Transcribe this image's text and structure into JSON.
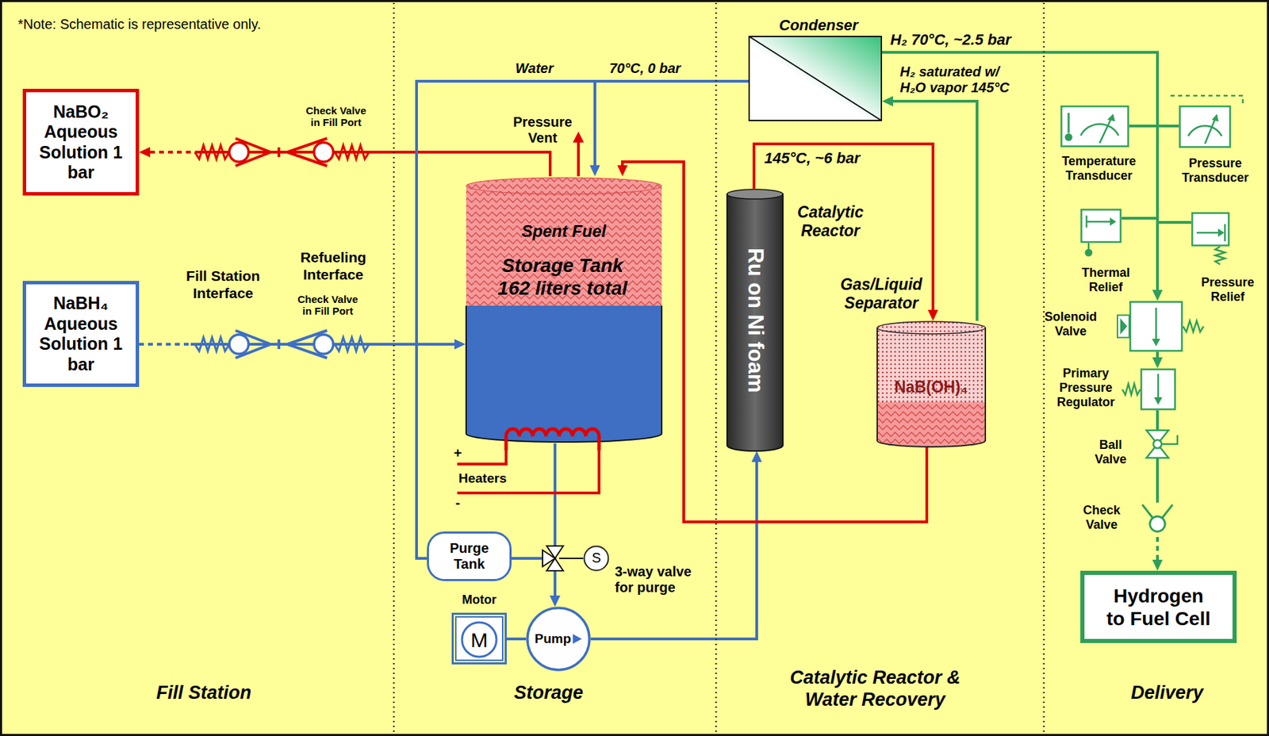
{
  "diagram": {
    "nodes": [
      {
        "text": [
          "NaBO₂ Aqueous Solution 1 bar"
        ]
      },
      {
        "text": [
          "NaBH₄ Aqueous Solution 1 bar"
        ]
      },
      {
        "text": [
          "Spent Fuel",
          "Storage Tank 162 liters total"
        ]
      },
      {
        "text": [
          "Purge Tank"
        ]
      },
      {
        "text": [
          "S"
        ]
      },
      {
        "text": [
          "Motor",
          "M"
        ]
      },
      {
        "text": [
          "Pump"
        ]
      },
      {
        "text": [
          "Condenser"
        ]
      },
      {
        "text": [
          "Ru on Ni foam",
          "Catalytic Reactor"
        ]
      },
      {
        "text": [
          "Gas/Liquid Separator",
          "NaB(OH)₄"
        ]
      },
      {
        "text": [
          "Temperature Transducer"
        ]
      },
      {
        "text": [
          "Pressure Transducer"
        ]
      },
      {
        "text": [
          "Thermal Relief"
        ]
      },
      {
        "text": [
          "Pressure Relief"
        ]
      },
      {
        "text": [
          "Solenoid Valve"
        ]
      },
      {
        "text": [
          "Primary Pressure Regulator"
        ]
      },
      {
        "text": [
          "Ball Valve"
        ]
      },
      {
        "text": [
          "Check Valve"
        ]
      },
      {
        "text": [
          "Hydrogen to Fuel Cell"
        ]
      }
    ],
    "edges": [
      {
        "from": 2,
        "to": 0,
        "arrow": "to"
      },
      {
        "from": 1,
        "to": 2,
        "arrow": "to"
      },
      {
        "from": 2,
        "to": 6,
        "arrow": "to"
      },
      {
        "from": 3,
        "to": 6,
        "arrow": "to"
      },
      {
        "from": 5,
        "to": 6,
        "arrow": "none"
      },
      {
        "from": 6,
        "to": 8,
        "arrow": "to"
      },
      {
        "from": 8,
        "to": 9,
        "arrow": "to"
      },
      {
        "from": 9,
        "to": 7,
        "arrow": "to"
      },
      {
        "from": 9,
        "to": 2,
        "arrow": "to"
      },
      {
        "from": 7,
        "to": 2,
        "arrow": "to"
      },
      {
        "from": 7,
        "to": 3,
        "arrow": "none"
      },
      {
        "from": 7,
        "to": 14,
        "arrow": "to"
      },
      {
        "from": 7,
        "to": 10,
        "arrow": "none"
      },
      {
        "from": 7,
        "to": 11,
        "arrow": "none"
      },
      {
        "from": 7,
        "to": 12,
        "arrow": "none"
      },
      {
        "from": 7,
        "to": 13,
        "arrow": "none"
      },
      {
        "from": 14,
        "to": 15,
        "arrow": "to"
      },
      {
        "from": 15,
        "to": 16,
        "arrow": "none"
      },
      {
        "from": 16,
        "to": 17,
        "arrow": "none"
      },
      {
        "from": 17,
        "to": 18,
        "arrow": "to"
      }
    ],
    "labels": [
      "*Note: Schematic is representative only.",
      "Check Valve in Fill Port",
      "Fill Station Interface",
      "Refueling Interface",
      "Check Valve in Fill Port",
      "Water",
      "70°C, 0 bar",
      "Pressure Vent",
      "+",
      "Heaters",
      "-",
      "3-way valve for purge",
      "145°C, ~6 bar",
      "H₂ 70°C, ~2.5 bar",
      "H₂ saturated w/ H₂O vapor 145°C",
      "Fill Station",
      "Storage",
      "Catalytic Reactor & Water Recovery",
      "Delivery"
    ]
  }
}
